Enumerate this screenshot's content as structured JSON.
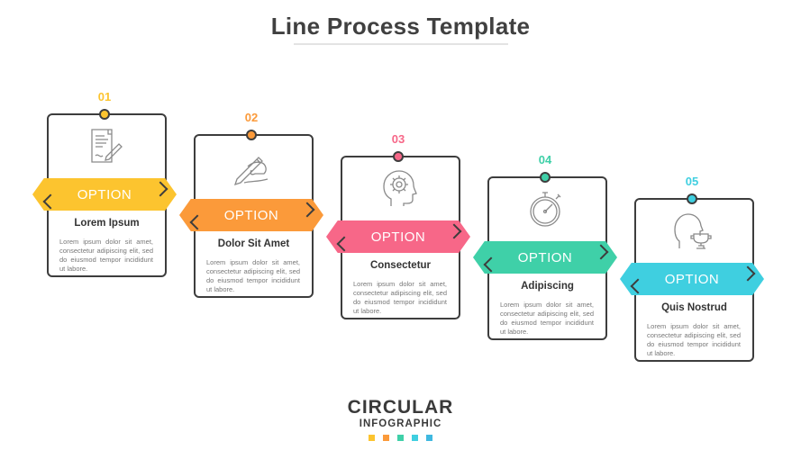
{
  "title": "Line Process Template",
  "steps": [
    {
      "number": "01",
      "option": "OPTION",
      "label": "Lorem Ipsum",
      "color": "#fcc42f",
      "icon": "document-pen-icon",
      "text": "Lorem ipsum dolor sit amet, consectetur adipiscing elit, sed do eiusmod tempor incididunt ut labore."
    },
    {
      "number": "02",
      "option": "OPTION",
      "label": "Dolor Sit Amet",
      "color": "#fb9a3a",
      "icon": "hand-writing-icon",
      "text": "Lorem ipsum dolor sit amet, consectetur adipiscing elit, sed do eiusmod tempor incididunt ut labore."
    },
    {
      "number": "03",
      "option": "OPTION",
      "label": "Consectetur",
      "color": "#f76788",
      "icon": "head-gear-icon",
      "text": "Lorem ipsum dolor sit amet, consectetur adipiscing elit, sed do eiusmod tempor incididunt ut labore."
    },
    {
      "number": "04",
      "option": "OPTION",
      "label": "Adipiscing",
      "color": "#3fd0a8",
      "icon": "stopwatch-icon",
      "text": "Lorem ipsum dolor sit amet, consectetur adipiscing elit, sed do eiusmod tempor incididunt ut labore."
    },
    {
      "number": "05",
      "option": "OPTION",
      "label": "Quis Nostrud",
      "color": "#3fcfe0",
      "icon": "head-trophy-icon",
      "text": "Lorem ipsum dolor sit amet, consectetur adipiscing elit, sed do eiusmod tempor incididunt ut labore."
    }
  ],
  "logo": {
    "line1": "CIRCULAR",
    "line2": "INFOGRAPHIC",
    "colors": [
      "#fcc42f",
      "#fb9a3a",
      "#3fd0a8",
      "#3fcfe0",
      "#3fb8e0"
    ]
  }
}
